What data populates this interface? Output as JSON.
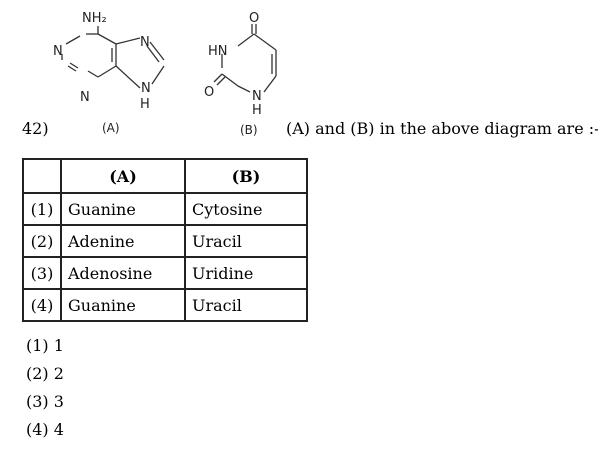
{
  "question": {
    "number": "42)",
    "stem": "(A) and (B) in the above diagram are :-"
  },
  "structure_a": {
    "caption": "(A)",
    "atoms": {
      "nh2": "NH₂",
      "n1": "N",
      "n3": "N",
      "n7": "N",
      "n9": "N",
      "h9": "H"
    }
  },
  "structure_b": {
    "caption": "(B)",
    "atoms": {
      "o_top": "O",
      "hn": "HN",
      "o_left": "O",
      "n": "N",
      "h": "H"
    }
  },
  "table": {
    "headers": [
      "",
      "(A)",
      "(B)"
    ],
    "rows": [
      {
        "num": "(1)",
        "a": "Guanine",
        "b": "Cytosine"
      },
      {
        "num": "(2)",
        "a": "Adenine",
        "b": "Uracil"
      },
      {
        "num": "(3)",
        "a": "Adenosine",
        "b": "Uridine"
      },
      {
        "num": "(4)",
        "a": "Guanine",
        "b": "Uracil"
      }
    ]
  },
  "answers": [
    "(1) 1",
    "(2) 2",
    "(3) 3",
    "(4) 4"
  ]
}
